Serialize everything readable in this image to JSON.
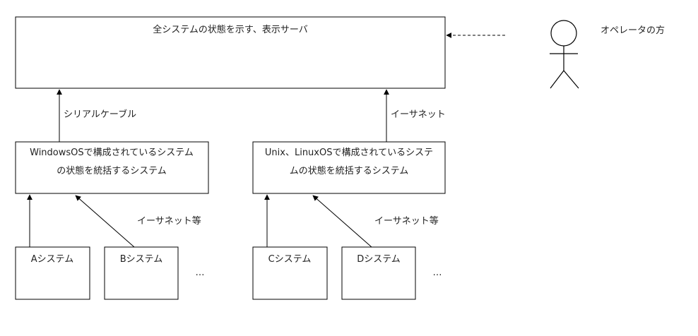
{
  "display_server": {
    "label": "全システムの状態を示す、表示サーバ"
  },
  "operator": {
    "label": "オペレータの方"
  },
  "windows_aggregator": {
    "label_line1": "WindowsOSで構成されているシステム",
    "label_line2": "の状態を統括するシステム"
  },
  "unix_aggregator": {
    "label_line1": "Unix、LinuxOSで構成されているシステ",
    "label_line2": "ムの状態を統括するシステム"
  },
  "edges": {
    "serial_cable": "シリアルケーブル",
    "ethernet": "イーサネット",
    "ethernet_etc_left": "イーサネット等",
    "ethernet_etc_right": "イーサネット等"
  },
  "systems": {
    "a": "Aシステム",
    "b": "Bシステム",
    "c": "Cシステム",
    "d": "Dシステム",
    "more_left": "…",
    "more_right": "…"
  },
  "colors": {
    "stroke": "#000000",
    "text": "#222222",
    "background": "#ffffff"
  }
}
